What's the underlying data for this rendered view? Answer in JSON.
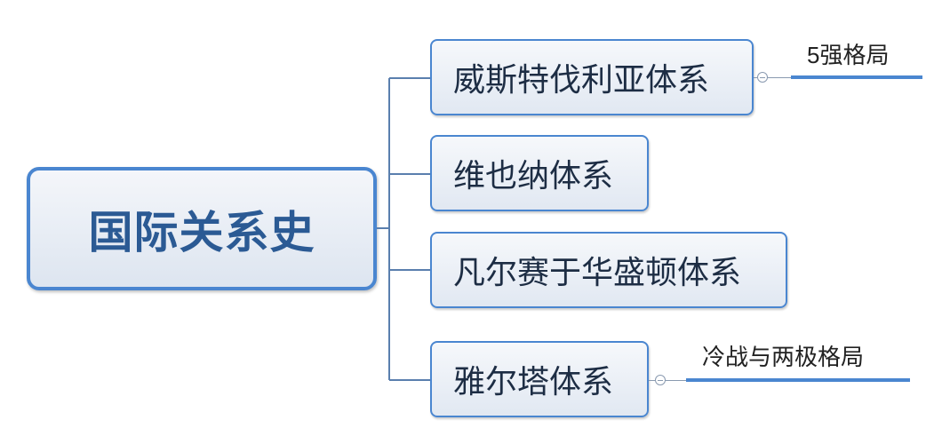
{
  "root": {
    "label": "国际关系史"
  },
  "children": [
    {
      "label": "威斯特伐利亚体系",
      "note": "5强格局"
    },
    {
      "label": "维也纳体系"
    },
    {
      "label": "凡尔赛于华盛顿体系"
    },
    {
      "label": "雅尔塔体系",
      "note": "冷战与两极格局"
    }
  ],
  "colors": {
    "accent": "#4a86d0",
    "text": "#2b5a94"
  }
}
